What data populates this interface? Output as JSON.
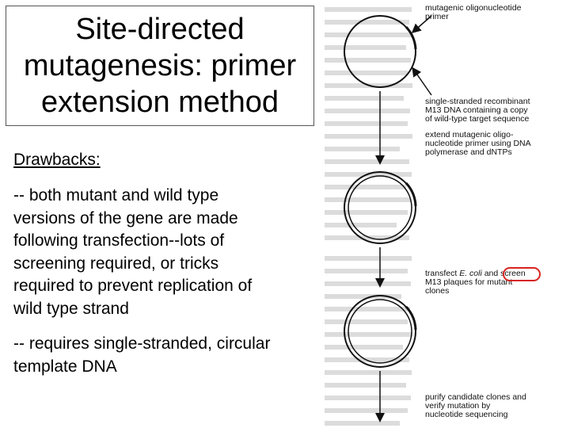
{
  "title": {
    "lines": [
      "Site-directed",
      "mutagenesis: primer",
      "extension method"
    ]
  },
  "drawbacks_heading": "Drawbacks:",
  "bullets": [
    {
      "lines": [
        "-- both mutant and wild type",
        "versions of the gene are made",
        "following transfection--lots of",
        "screening required, or tricks",
        "required to prevent replication of",
        "wild type strand"
      ]
    },
    {
      "lines": [
        "-- requires single-stranded, circular",
        "template DNA"
      ]
    }
  ],
  "figure": {
    "captions": {
      "primer": [
        "mutagenic oligonucleotide",
        "primer"
      ],
      "recombinant": [
        "single-stranded recombinant",
        "M13 DNA containing a copy",
        "of wild-type target sequence"
      ],
      "extend": [
        "extend mutagenic oligo-",
        "nucleotide primer using DNA",
        "polymerase and dNTPs"
      ],
      "transfect_prefix": "transfect ",
      "transfect_ecoli": "E. coli",
      "transfect_and": " and ",
      "transfect_screen": "screen",
      "transfect_rest": [
        "M13 plaques for mutant",
        "clones"
      ],
      "purify": [
        "purify candidate clones and",
        "verify mutation by",
        "nucleotide sequencing"
      ]
    },
    "highlight_color": "#d8241f"
  }
}
